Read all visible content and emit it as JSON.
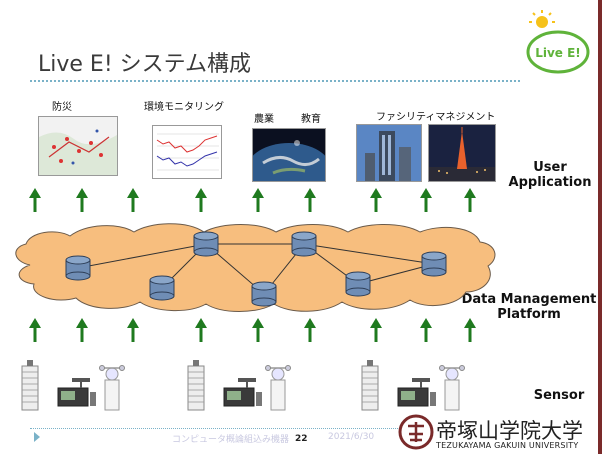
{
  "slide": {
    "title": "Live E! システム構成",
    "logo_text": "Live E!",
    "apps": [
      "防災",
      "環境モニタリング",
      "農業",
      "教育",
      "ファシリティマネジメント"
    ],
    "layers": {
      "user": "User\nApplication",
      "platform": "Data Management\nPlatform",
      "sensor": "Sensor"
    },
    "footer": {
      "center_text": "コンピュータ概論組込み機器",
      "page_number": "22",
      "date": "2021/6/30"
    },
    "university": {
      "name": "帝塚山学院大学",
      "romanized": "TEZUKAYAMA GAKUIN UNIVERSITY"
    }
  },
  "colors": {
    "arrow": "#1f7a1f",
    "cloud_fill": "#f7be7e",
    "cloud_stroke": "#6a5a4a",
    "db_fill": "#6f8db5",
    "title_rule": "#7ab2c8",
    "logo_green": "#5fb33a",
    "sun": "#f6c21a"
  }
}
